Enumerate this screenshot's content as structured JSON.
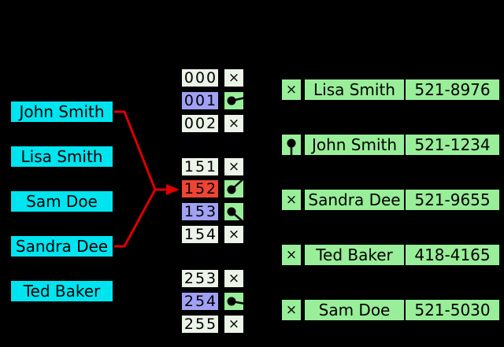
{
  "diagram": "hash-table-separate-chaining",
  "colors": {
    "background": "#000000",
    "key_box": "#00E4F0",
    "bucket_cell": "#ECF3E8",
    "bucket_occupied": "#A0A0F4",
    "bucket_collision": "#EE4433",
    "pointer_cell": "#99EE99",
    "entry_box": "#99EE99",
    "collision_arrow": "#DD0000",
    "text": "#000000"
  },
  "symbols": {
    "empty": "×"
  },
  "keys": {
    "items": [
      {
        "label": "John Smith"
      },
      {
        "label": "Lisa Smith"
      },
      {
        "label": "Sam Doe"
      },
      {
        "label": "Sandra Dee"
      },
      {
        "label": "Ted Baker"
      }
    ]
  },
  "buckets": {
    "groups": [
      {
        "rows": [
          {
            "index": "000",
            "slot": "empty"
          },
          {
            "index": "001",
            "slot": "pointer"
          },
          {
            "index": "002",
            "slot": "empty"
          }
        ]
      },
      {
        "rows": [
          {
            "index": "151",
            "slot": "empty"
          },
          {
            "index": "152",
            "slot": "pointer"
          },
          {
            "index": "153",
            "slot": "pointer"
          },
          {
            "index": "154",
            "slot": "empty"
          }
        ]
      },
      {
        "rows": [
          {
            "index": "253",
            "slot": "empty"
          },
          {
            "index": "254",
            "slot": "pointer"
          },
          {
            "index": "255",
            "slot": "empty"
          }
        ]
      }
    ]
  },
  "entries": {
    "items": [
      {
        "name": "Lisa Smith",
        "phone": "521-8976",
        "next": "empty"
      },
      {
        "name": "John Smith",
        "phone": "521-1234",
        "next": "pointer"
      },
      {
        "name": "Sandra Dee",
        "phone": "521-9655",
        "next": "empty"
      },
      {
        "name": "Ted Baker",
        "phone": "418-4165",
        "next": "empty"
      },
      {
        "name": "Sam Doe",
        "phone": "521-5030",
        "next": "empty"
      }
    ]
  }
}
